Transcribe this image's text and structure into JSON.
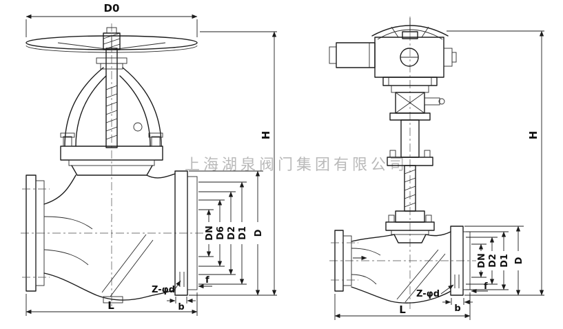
{
  "watermark": {
    "text": "上海湖泉阀门集团有限公司"
  },
  "colors": {
    "line": "#1c1c1c",
    "watermark": "#b9b9b9",
    "background": "#ffffff"
  },
  "left_valve": {
    "type": "manual globe valve section view",
    "labels": {
      "d0": "D0",
      "h": "H",
      "dn": "DN",
      "d6": "D6",
      "d2": "D2",
      "d1": "D1",
      "d": "D",
      "z_d": "Z-φd",
      "f": "f",
      "b": "b",
      "l": "L"
    }
  },
  "right_valve": {
    "type": "electric actuated globe valve section view",
    "labels": {
      "h": "H",
      "dn": "DN",
      "d2": "D2",
      "d1": "D1",
      "d": "D",
      "z_d": "Z-φd",
      "f": "f",
      "b": "b",
      "l": "L"
    }
  }
}
